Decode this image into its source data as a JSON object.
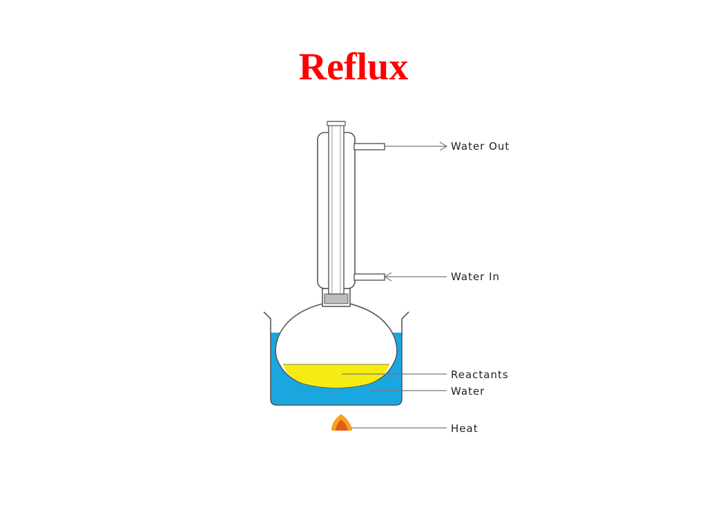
{
  "title": "Reflux",
  "colors": {
    "title": "#ff0000",
    "water": "#1aa7e0",
    "reactants": "#f6ec12",
    "flame_outer": "#f7a21b",
    "flame_inner": "#e85a1a"
  },
  "labels": {
    "water_out": "Water Out",
    "water_in": "Water In",
    "reactants": "Reactants",
    "water": "Water",
    "heat": "Heat"
  }
}
